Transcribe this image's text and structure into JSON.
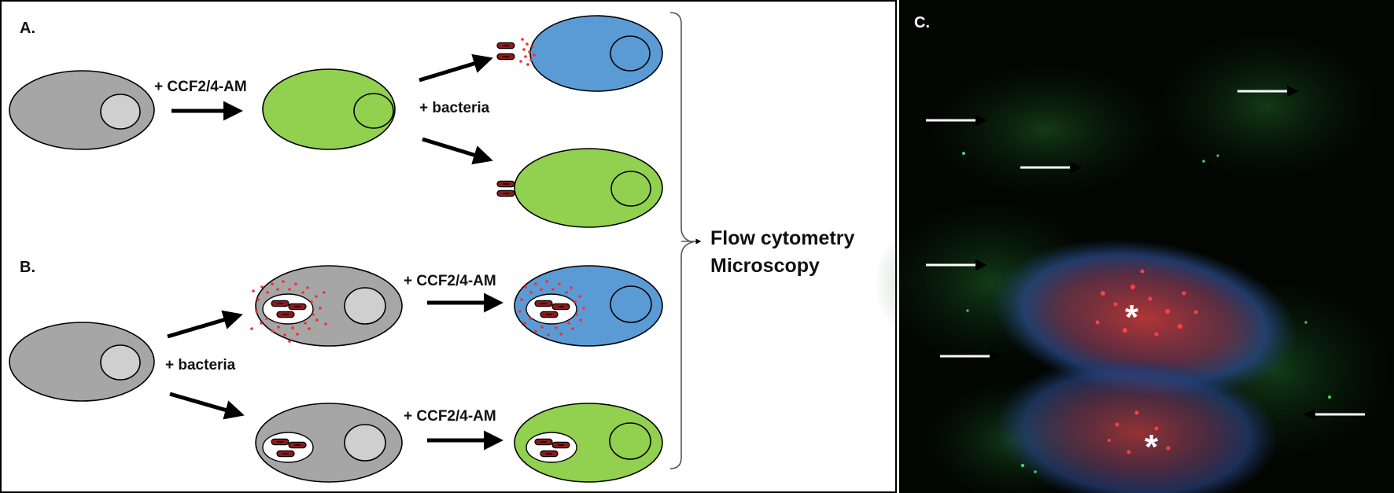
{
  "panels": {
    "a": "A.",
    "b": "B.",
    "c": "C."
  },
  "labels": {
    "reagent_a": "+ CCF2/4-AM",
    "bacteria_a": "+ bacteria",
    "bacteria_b": "+ bacteria",
    "reagent_b_top": "+ CCF2/4-AM",
    "reagent_b_bottom": "+ CCF2/4-AM",
    "readout_line1": "Flow cytometry",
    "readout_line2": "Microscopy"
  },
  "micrograph": {
    "markers": [
      "*",
      "*"
    ]
  },
  "colors": {
    "gray_cell": "#a6a6a6",
    "green_cell": "#92d050",
    "blue_cell": "#5b9bd5",
    "red_dots": "#ff2a2a",
    "bacteria": "#8b1a1a",
    "micrograph_bg": "#020502"
  }
}
